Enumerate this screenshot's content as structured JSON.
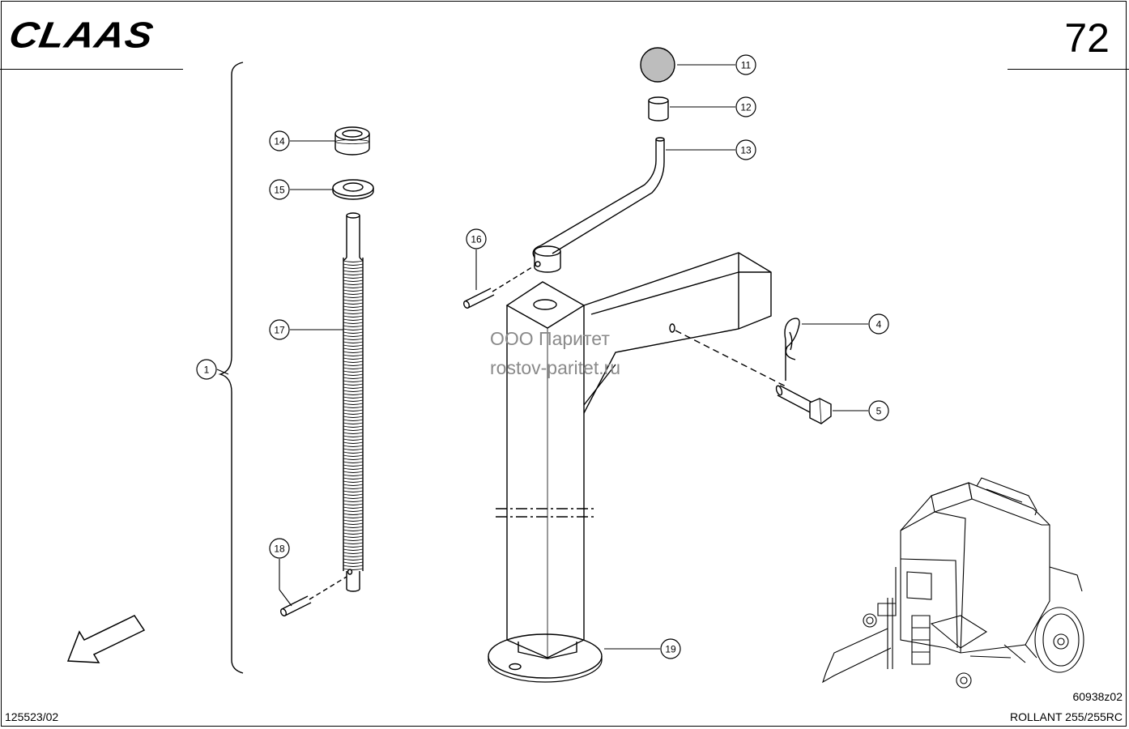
{
  "header": {
    "brand": "CLAAS",
    "page_number": "72"
  },
  "footer": {
    "document_id": "125523/02",
    "figure_ref": "60938z02",
    "model": "ROLLANT 255/255RC"
  },
  "watermark": {
    "line1": "ООО Паритет",
    "line2": "rostov-paritet.ru"
  },
  "callouts": [
    "1",
    "4",
    "5",
    "11",
    "12",
    "13",
    "14",
    "15",
    "16",
    "17",
    "18",
    "19"
  ]
}
